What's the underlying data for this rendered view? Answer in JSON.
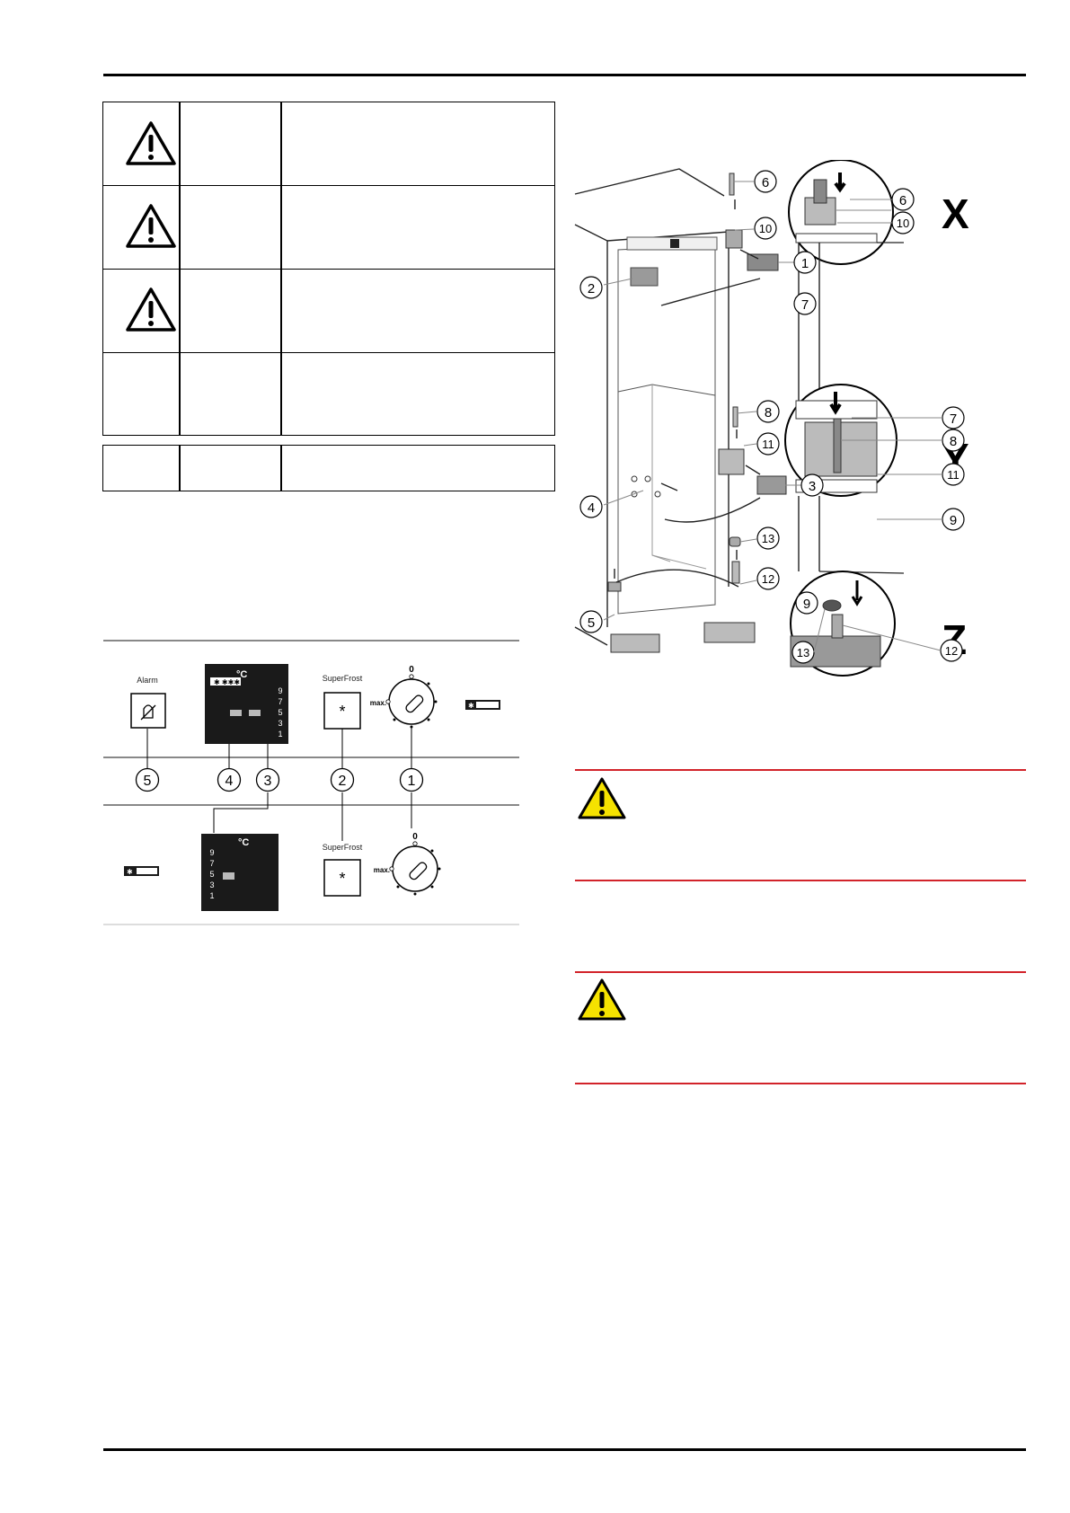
{
  "control_panel": {
    "alarm_label": "Alarm",
    "superfrost_label": "SuperFrost",
    "superfrost_label_lower": "SuperFrost",
    "unit_label": "°C",
    "unit_label_lower": "°C",
    "scale_upper": [
      "9",
      "7",
      "5",
      "3",
      "1"
    ],
    "scale_lower": [
      "9",
      "7",
      "5",
      "3",
      "1"
    ],
    "dial_zero": "0",
    "dial_max": "max.",
    "dial_zero_lower": "0",
    "dial_max_lower": "max.",
    "callouts": [
      "5",
      "4",
      "3",
      "2",
      "1"
    ]
  },
  "door_diagram": {
    "callouts": [
      "6",
      "10",
      "1",
      "2",
      "7",
      "8",
      "11",
      "3",
      "4",
      "13",
      "12",
      "5",
      "9"
    ],
    "detail_x": {
      "letter": "X",
      "callouts": [
        "6",
        "10"
      ]
    },
    "detail_y": {
      "letter": "Y",
      "callouts": [
        "7",
        "8",
        "11",
        "9"
      ]
    },
    "detail_z": {
      "letter": "Z",
      "callouts": [
        "13",
        "12"
      ]
    }
  },
  "colors": {
    "warning_red": "#d2232a",
    "warning_yellow": "#f5e200",
    "display_black": "#1a1a1a",
    "callout_gray": "#888888"
  }
}
